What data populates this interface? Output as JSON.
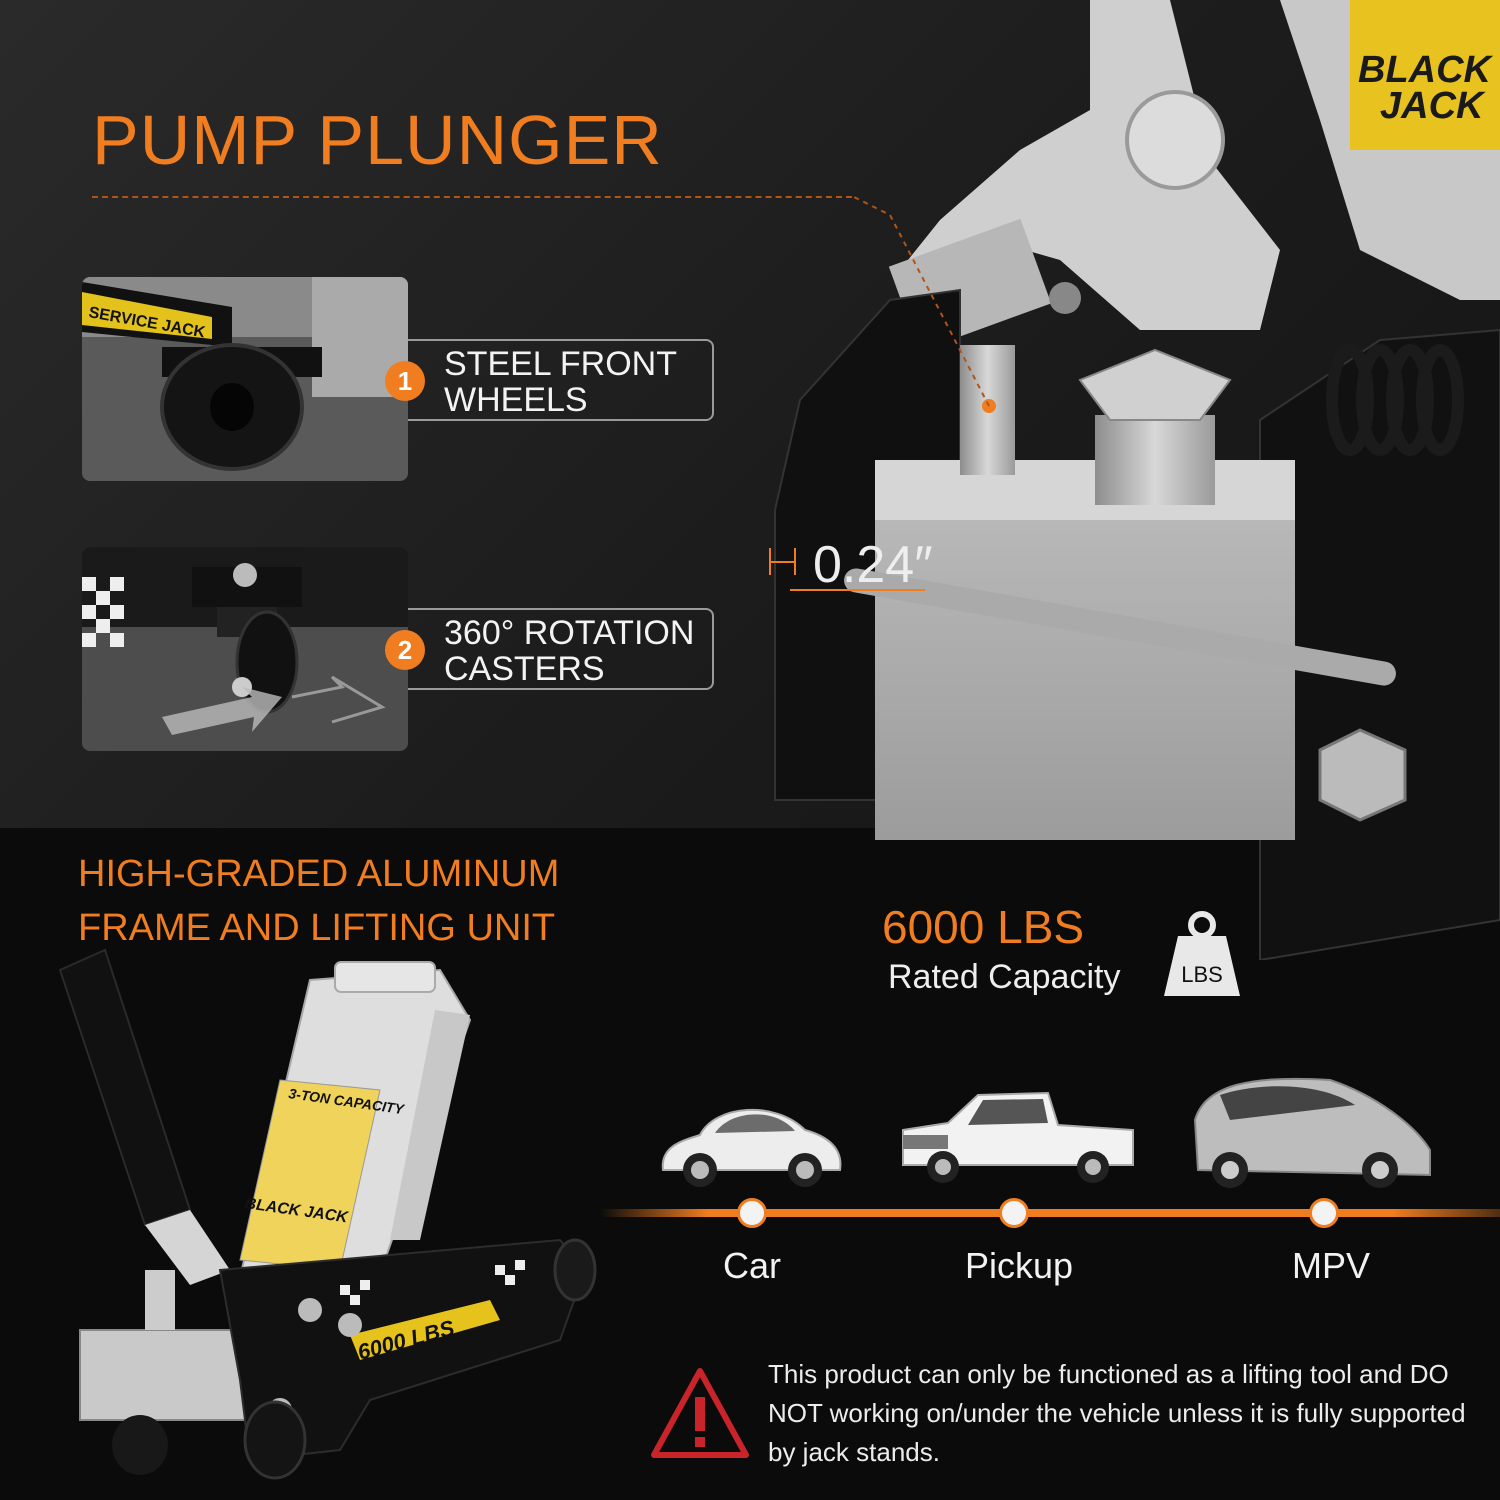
{
  "header": {
    "title": "PUMP PLUNGER"
  },
  "features": [
    {
      "number": "1",
      "line1": "STEEL FRONT",
      "line2": "WHEELS",
      "image_text": "SERVICE JACK"
    },
    {
      "number": "2",
      "line1": "360° ROTATION",
      "line2": "CASTERS"
    }
  ],
  "measurement": {
    "value": "0.24″"
  },
  "plunger_label": {
    "line1": "BLACK",
    "line2": "JACK"
  },
  "frame": {
    "line1": "HIGH-GRADED ALUMINUM",
    "line2": "FRAME AND LIFTING UNIT"
  },
  "capacity": {
    "value": "6000 LBS",
    "label": "Rated Capacity",
    "weight_icon_text": "LBS"
  },
  "jack_labels": {
    "capacity_badge": "3-TON CAPACITY",
    "side_text": "6000 LBS",
    "brand": "BLACK JACK"
  },
  "vehicles": [
    {
      "name": "Car",
      "icon": "car-icon"
    },
    {
      "name": "Pickup",
      "icon": "pickup-icon"
    },
    {
      "name": "MPV",
      "icon": "mpv-icon"
    }
  ],
  "warning": {
    "icon": "warning-icon",
    "text": "This product can only be functioned as a lifting tool and DO NOT working on/under the vehicle unless it is fully supported by jack stands."
  },
  "colors": {
    "accent": "#f07d20",
    "background": "#0d0d0d",
    "frame_gray": "#c9c9c9"
  }
}
